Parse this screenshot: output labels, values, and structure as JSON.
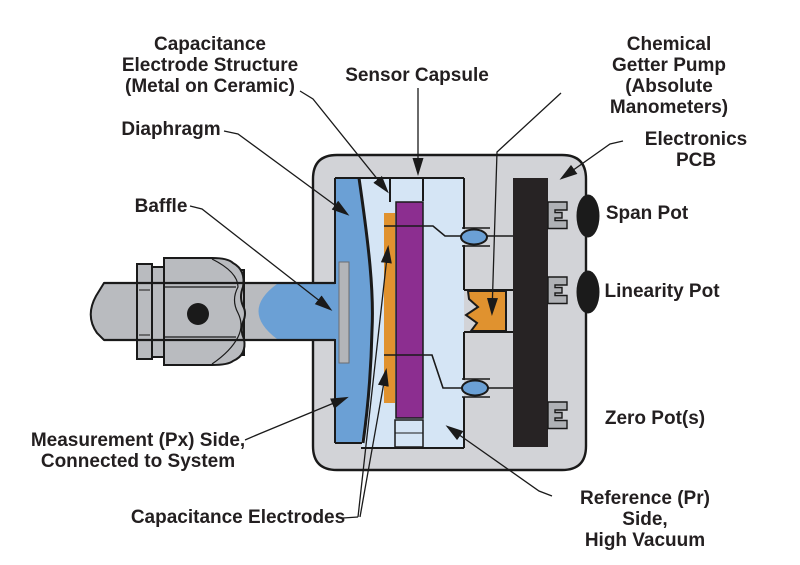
{
  "title": "Capacitance manometer cross-section diagram",
  "colors": {
    "background": "#FFFFFF",
    "body_gray": "#D2D3D7",
    "fitting_gray": "#B9BBBF",
    "clip_gray": "#AFB1B5",
    "baffle_gray": "#B3B5B9",
    "px_blue": "#6BA0D5",
    "vacuum_blue": "#D5E5F5",
    "electrode_purple": "#8C2E90",
    "getter_orange": "#E0922F",
    "pcb_black": "#272324",
    "pot_black": "#1B1B1B",
    "outline": "#1A1A1A",
    "label_text": "#231F20"
  },
  "labels": {
    "capacitance_electrode_structure": {
      "text": "Capacitance\nElectrode Structure\n(Metal on Ceramic)"
    },
    "sensor_capsule": {
      "text": "Sensor Capsule"
    },
    "chemical_getter_pump": {
      "text": "Chemical\nGetter Pump\n(Absolute Manometers)"
    },
    "diaphragm": {
      "text": "Diaphragm"
    },
    "electronics_pcb": {
      "text": "Electronics PCB"
    },
    "baffle": {
      "text": "Baffle"
    },
    "span_pot": {
      "text": "Span Pot"
    },
    "linearity_pot": {
      "text": "Linearity Pot"
    },
    "zero_pot": {
      "text": "Zero Pot(s)"
    },
    "measurement_side": {
      "text": "Measurement (Px) Side,\nConnected to System"
    },
    "capacitance_electrodes": {
      "text": "Capacitance Electrodes"
    },
    "reference_side": {
      "text": "Reference (Pr) Side,\nHigh Vacuum"
    }
  }
}
